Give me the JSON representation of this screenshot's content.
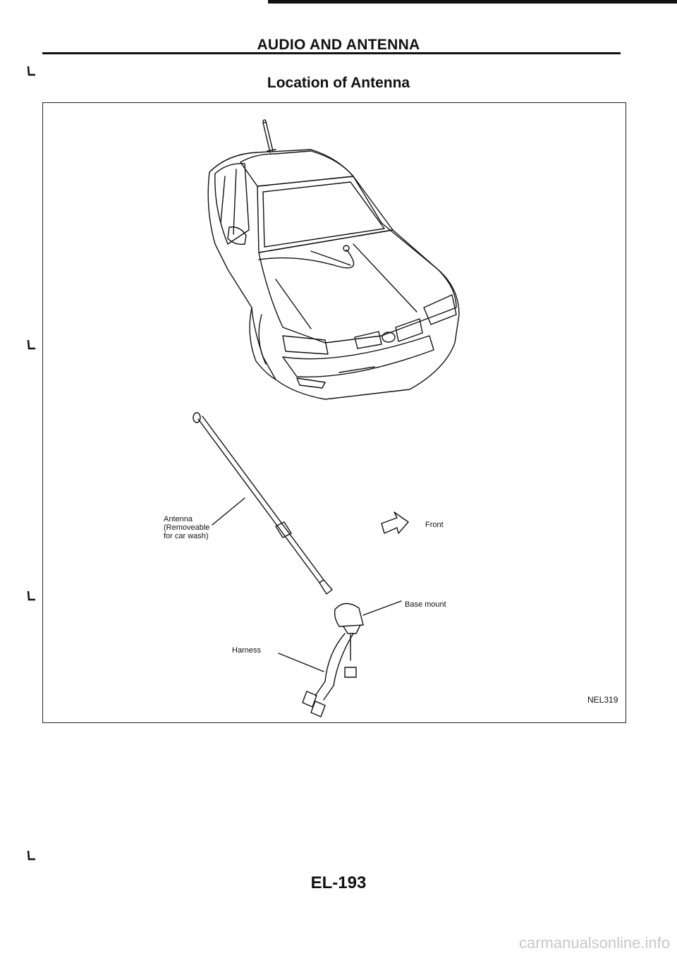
{
  "page": {
    "header": "AUDIO AND ANTENNA",
    "section_title": "Location of Antenna",
    "page_number": "EL-193",
    "watermark": "carmanualsonline.info"
  },
  "figure": {
    "labels": {
      "antenna": "Antenna\n(Removeable\nfor car wash)",
      "front": "Front",
      "base_mount": "Base mount",
      "harness": "Harness"
    },
    "code": "NEL319"
  }
}
